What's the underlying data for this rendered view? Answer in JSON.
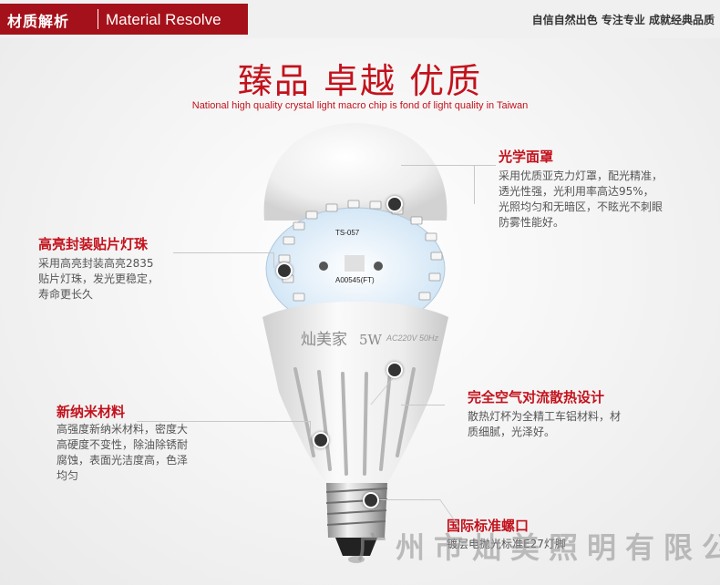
{
  "header": {
    "title_cn": "材质解析",
    "title_en": "Material Resolve",
    "slogan": "自信自然出色 专注专业 成就经典品质"
  },
  "headline": {
    "title": "臻品 卓越 优质",
    "subtitle": "National high quality crystal light macro chip is fond of light quality in Taiwan"
  },
  "product": {
    "pcb_code_top": "TS-057",
    "pcb_code_bottom": "A00545(FT)",
    "brand": "灿美家",
    "wattage": "5W",
    "voltage": "AC220V 50Hz"
  },
  "features": {
    "cover": {
      "title": "光学面罩",
      "desc": "采用优质亚克力灯罩，配光精准，\n透光性强，光利用率高达95%，\n光照均匀和无暗区，不眩光不刺眼\n防雾性能好。"
    },
    "chip": {
      "title": "高亮封装贴片灯珠",
      "desc": "采用高亮封装高亮2835\n贴片灯珠，发光更稳定，\n寿命更长久"
    },
    "heat": {
      "title": "完全空气对流散热设计",
      "desc": "散热灯杯为全精工车铝材料，材\n质细腻，光泽好。"
    },
    "material": {
      "title": "新纳米材料",
      "desc": "高强度新纳米材料，密度大\n高硬度不变性，除油除锈耐\n腐蚀，表面光洁度高，色泽\n均匀"
    },
    "base": {
      "title": "国际标准螺口",
      "desc": "镀层电抛光标准E27灯脚"
    }
  },
  "watermark": "广州市灿美照明有限公司",
  "colors": {
    "accent": "#c3121c",
    "header_bg": "#a5111a"
  }
}
